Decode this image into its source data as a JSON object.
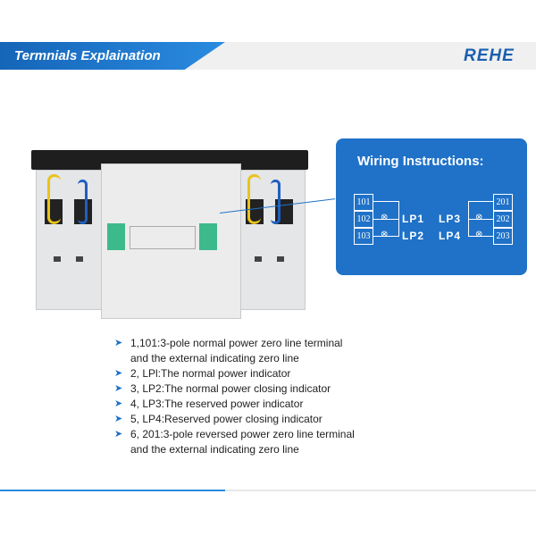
{
  "header": {
    "title": "Termnials Explaination",
    "logo": "REHE"
  },
  "wiring": {
    "title": "Wiring Instructions:",
    "left_terminals": [
      "101",
      "102",
      "103"
    ],
    "right_terminals": [
      "201",
      "202",
      "203"
    ],
    "left_lamps": [
      "LP1",
      "LP2"
    ],
    "right_lamps": [
      "LP3",
      "LP4"
    ]
  },
  "items": [
    {
      "line1": "1,101:3-pole normal power zero line terminal",
      "line2": "and the external indicating zero line"
    },
    {
      "line1": "2, LPl:The normal power indicator"
    },
    {
      "line1": "3, LP2:The normal power closing indicator"
    },
    {
      "line1": "4, LP3:The reserved power indicator"
    },
    {
      "line1": "5, LP4:Reserved power closing indicator"
    },
    {
      "line1": "6, 201:3-pole reversed power zero line terminal",
      "line2": "and the external indicating zero line"
    }
  ]
}
